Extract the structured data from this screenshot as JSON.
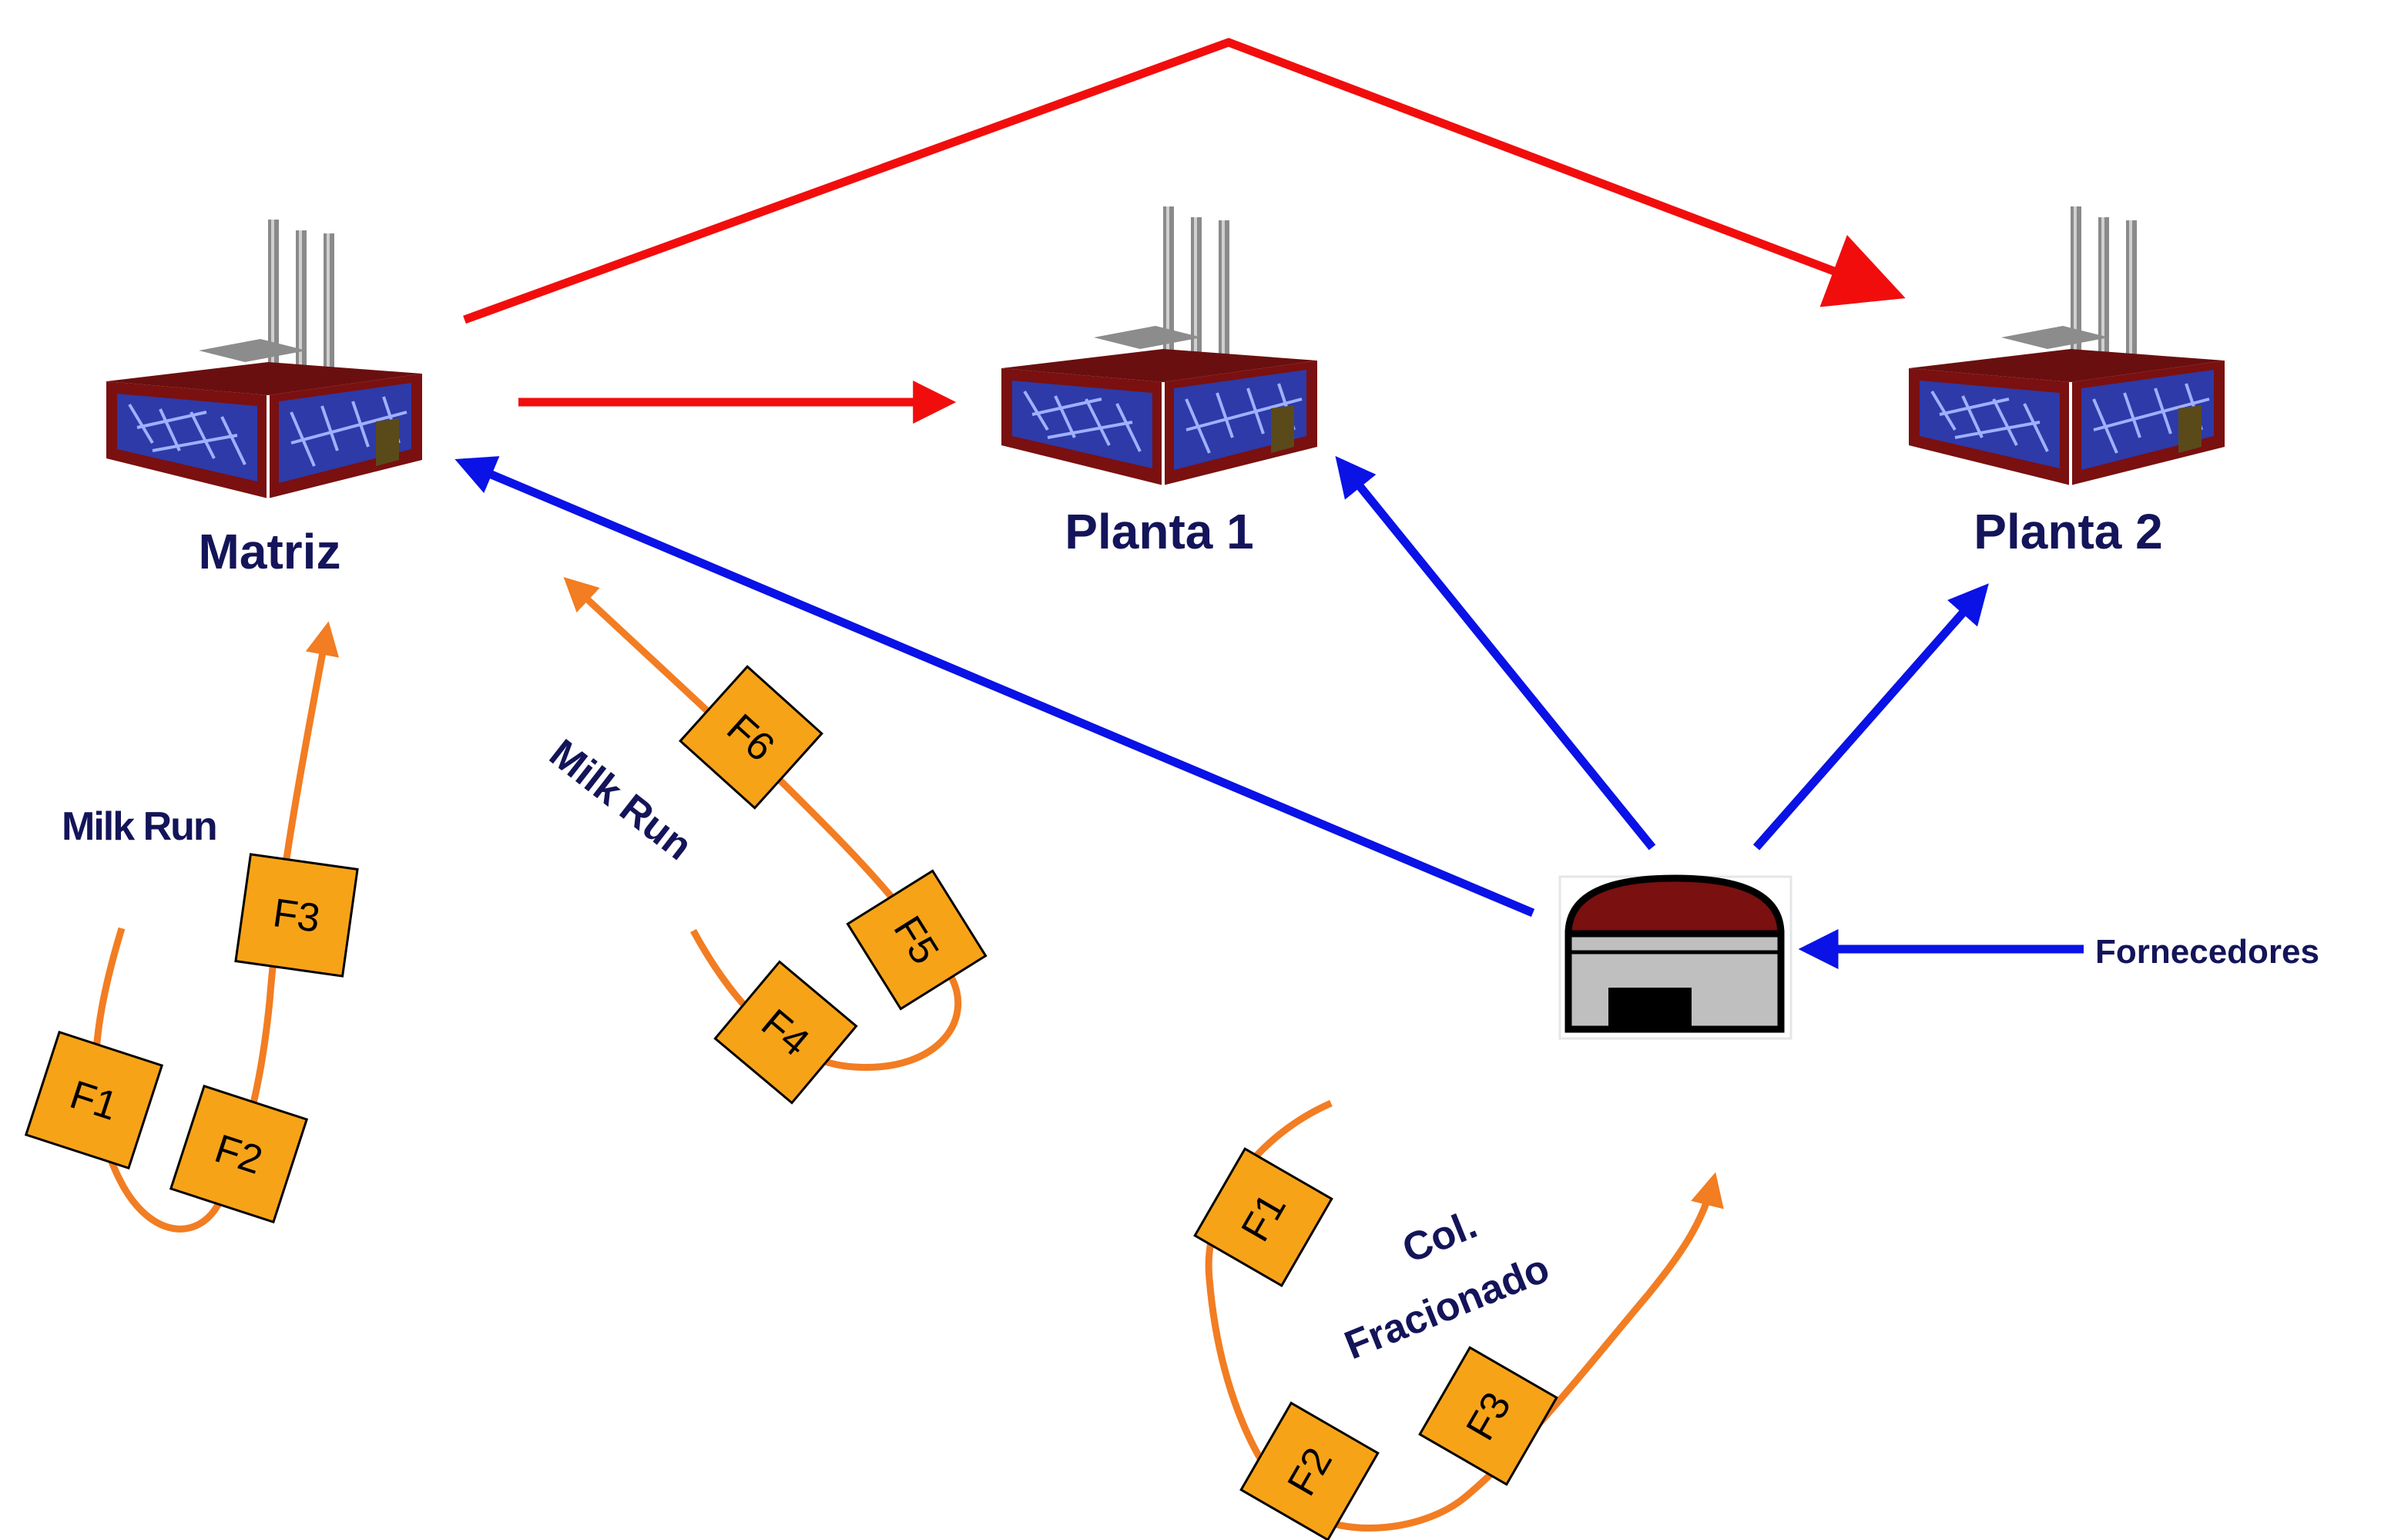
{
  "colors": {
    "red_arrow": "#f20d0d",
    "blue_arrow": "#0a12e6",
    "orange_route": "#f27d22",
    "box_fill": "#f7a318",
    "label_navy": "#14145a",
    "factory_roof": "#7a1010",
    "factory_glass": "#2d3aa8",
    "warehouse_roof": "#7a1010",
    "warehouse_wall": "#bfbfbf"
  },
  "nodes": {
    "matriz": {
      "label": "Matriz",
      "icon": "factory-icon"
    },
    "planta1": {
      "label": "Planta 1",
      "icon": "factory-icon"
    },
    "planta2": {
      "label": "Planta 2",
      "icon": "factory-icon"
    },
    "warehouse": {
      "icon": "warehouse-icon"
    },
    "fornecedores": {
      "label": "Fornecedores"
    }
  },
  "routes": {
    "milk_run_left": {
      "label": "Milk Run",
      "boxes": [
        "F1",
        "F2",
        "F3"
      ]
    },
    "milk_run_middle": {
      "label": "Milk Run",
      "boxes": [
        "F4",
        "F5",
        "F6"
      ]
    },
    "col_fracionado": {
      "label_line1": "Col.",
      "label_line2": "Fracionado",
      "boxes": [
        "F1",
        "F2",
        "F3"
      ]
    }
  }
}
